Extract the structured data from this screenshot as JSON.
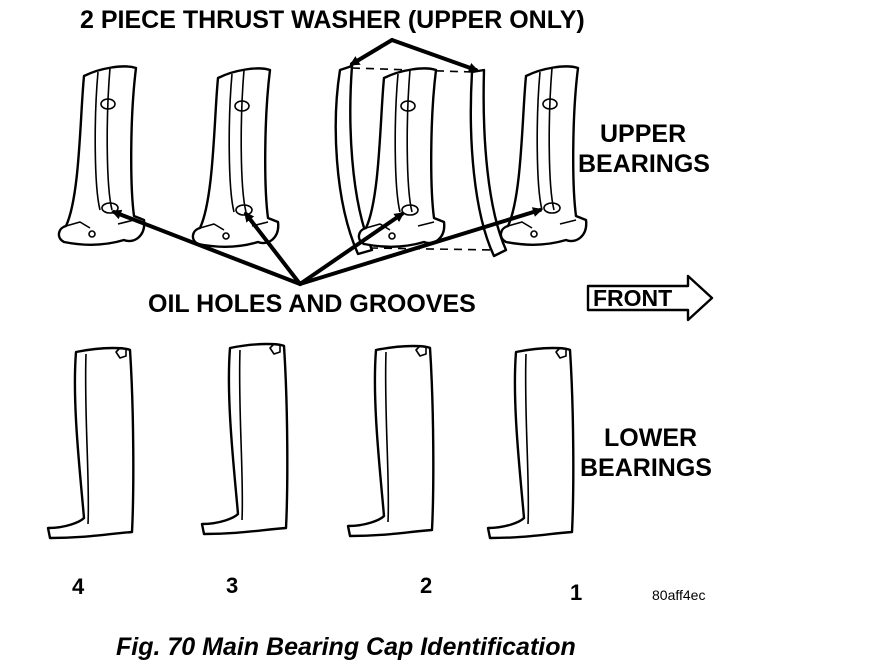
{
  "labels": {
    "thrust_washer": "2 PIECE THRUST WASHER (UPPER ONLY)",
    "upper_line1": "UPPER",
    "upper_line2": "BEARINGS",
    "oil_holes": "OIL HOLES AND GROOVES",
    "front": "FRONT",
    "lower_line1": "LOWER",
    "lower_line2": "BEARINGS",
    "image_code": "80aff4ec"
  },
  "bearing_numbers": [
    "4",
    "3",
    "2",
    "1"
  ],
  "caption": "Fig. 70 Main Bearing Cap Identification"
}
